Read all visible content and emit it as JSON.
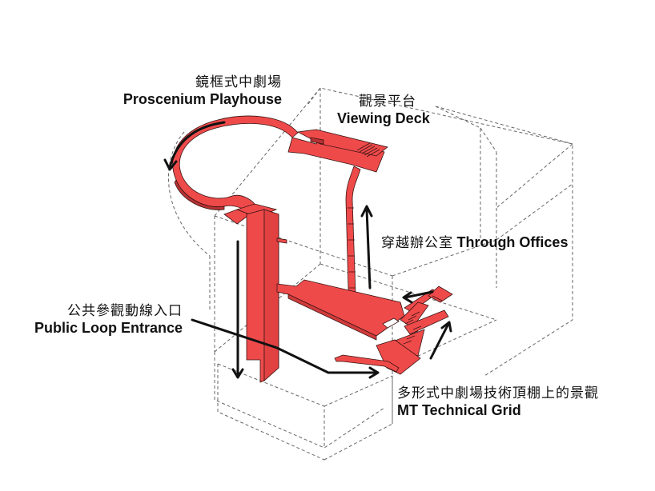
{
  "diagram": {
    "accent_color": "#ef4a4a",
    "labels": {
      "proscenium": {
        "zh": "鏡框式中劇場",
        "en": "Proscenium Playhouse"
      },
      "viewing_deck": {
        "zh": "觀景平台",
        "en": "Viewing Deck"
      },
      "through_offices": {
        "zh": "穿越辦公室",
        "en": "Through Offices"
      },
      "public_loop": {
        "zh": "公共參觀動線入口",
        "en": "Public Loop Entrance"
      },
      "mt_grid": {
        "zh": "多形式中劇場技術頂棚上的景觀",
        "en": "MT Technical Grid"
      }
    },
    "arrows": [
      {
        "name": "proscenium-arrow",
        "direction": "counter-clockwise"
      },
      {
        "name": "through-offices-arrow",
        "direction": "up"
      },
      {
        "name": "descend-arrow",
        "direction": "down"
      },
      {
        "name": "public-loop-arrow",
        "direction": "right"
      },
      {
        "name": "mt-grid-arrow",
        "direction": "up-right"
      },
      {
        "name": "offices-return-arrow",
        "direction": "left"
      }
    ]
  }
}
